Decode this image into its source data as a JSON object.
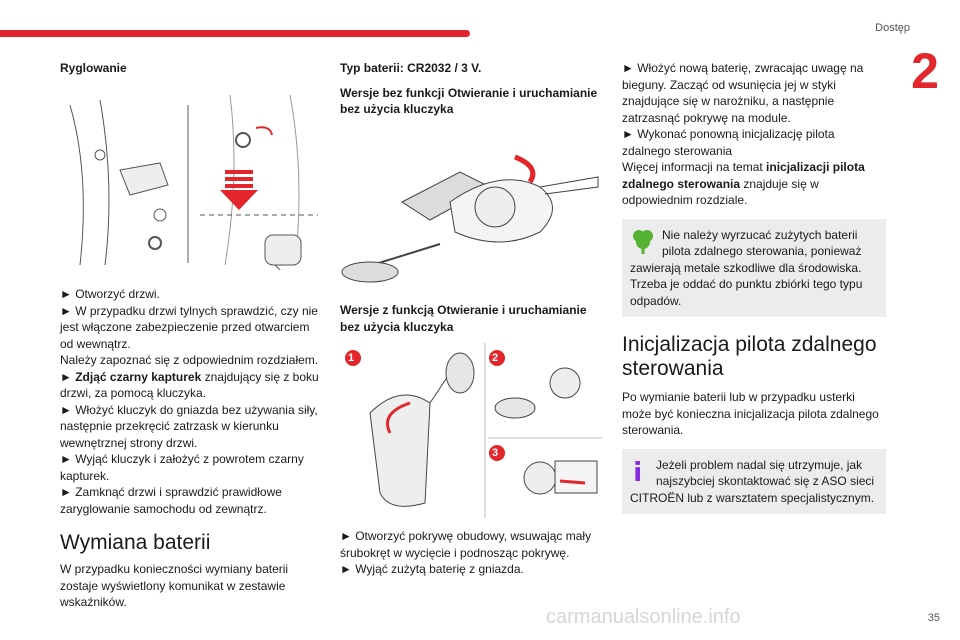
{
  "header": {
    "section": "Dostęp",
    "chapter": "2",
    "page": "35"
  },
  "watermark": "carmanualsonline.info",
  "col1": {
    "heading": "Ryglowanie",
    "steps": [
      "► Otworzyć drzwi.",
      "► W przypadku drzwi tylnych sprawdzić, czy nie jest włączone zabezpieczenie przed otwarciem od wewnątrz.",
      "Należy zapoznać się z odpowiednim rozdziałem.",
      "► ",
      "Zdjąć czarny kapturek",
      " znajdujący się z boku drzwi, za pomocą kluczyka.",
      "► Włożyć kluczyk do gniazda bez używania siły, następnie przekręcić zatrzask w kierunku wewnętrznej strony drzwi.",
      "► Wyjąć kluczyk i założyć z powrotem czarny kapturek.",
      "► Zamknąć drzwi i sprawdzić prawidłowe zaryglowanie samochodu od zewnątrz."
    ],
    "title": "Wymiana baterii",
    "para": "W przypadku konieczności wymiany baterii zostaje wyświetlony komunikat w zestawie wskaźników."
  },
  "col2": {
    "battery": "Typ baterii: CR2032 / 3 V.",
    "v1": "Wersje bez funkcji Otwieranie i uruchamianie bez użycia kluczyka",
    "v2": "Wersje z funkcją Otwieranie i uruchamianie bez użycia kluczyka",
    "callouts": [
      "1",
      "2",
      "3"
    ],
    "s1": "► Otworzyć pokrywę obudowy, wsuwając mały śrubokręt w wycięcie i podnosząc pokrywę.",
    "s2": "► Wyjąć zużytą baterię z gniazda."
  },
  "col3": {
    "s1": "► Włożyć nową baterię, zwracając uwagę na bieguny. Zacząć od wsunięcia jej w styki znajdujące się w narożniku, a następnie zatrzasnąć pokrywę na module.",
    "s2": "► Wykonać ponowną inicjalizację pilota zdalnego sterowania",
    "more_a": "Więcej informacji na temat ",
    "more_b": "inicjalizacji pilota zdalnego sterowania",
    "more_c": " znajduje się w odpowiednim rozdziale.",
    "note1": "Nie należy wyrzucać zużytych baterii pilota zdalnego sterowania, ponieważ zawierają metale szkodliwe dla środowiska. Trzeba je oddać do punktu zbiórki tego typu odpadów.",
    "title": "Inicjalizacja pilota zdalnego sterowania",
    "para": "Po wymianie baterii lub w przypadku usterki może być konieczna inicjalizacja pilota zdalnego sterowania.",
    "note2": "Jeżeli problem nadal się utrzymuje, jak najszybciej skontaktować się z ASO sieci CITROËN lub z warsztatem specjalistycznym."
  }
}
